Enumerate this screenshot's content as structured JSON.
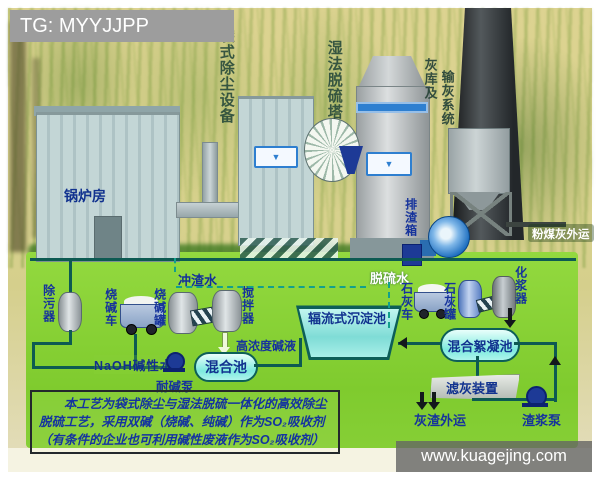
{
  "watermarks": {
    "top_tag": "TG: MYYJJPP",
    "site": "www.kuagejing.com"
  },
  "colors": {
    "ground_green": "#85cd33",
    "pipe_teal": "#0d5a52",
    "dash_teal": "#12a08c",
    "capsule_cyan": "#7deade",
    "label_navy": "#11328f",
    "equipment_gray": "#c3ccce",
    "chimney_dark": "#25292b",
    "blower_blue": "#1f6fc0"
  },
  "labels": {
    "bag_filter": "袋式除尘设备",
    "wet_tower": "湿法脱硫塔",
    "ash_silo_1": "灰库及",
    "ash_silo_2": "输灰系统",
    "boiler_house": "锅炉房",
    "slag_box": "排渣箱",
    "fly_ash_out": "粉煤灰外运",
    "strainer": "除污器",
    "caustic_cart": "烧碱车",
    "caustic_tank": "烧碱罐",
    "agitator": "搅拌器",
    "high_conc_alkali": "高浓度碱液",
    "naoh_water": "NaOH碱性水",
    "alkali_pump": "耐碱泵",
    "mixing_pool": "混合池",
    "radial_pool": "辐流式沉淀池",
    "slag_flush_water": "冲渣水",
    "desulf_water": "脱硫水",
    "lime_cart": "石灰车",
    "lime_tank": "石灰罐",
    "slurry_maker": "化浆器",
    "floc_pool": "混合絮凝池",
    "filter_device": "滤灰装置",
    "ash_out": "灰渣外运",
    "slurry_pump": "渣浆泵"
  },
  "note": {
    "line1": "本工艺为袋式除尘与湿法脱硫一体化的高效除尘",
    "line2": "脱硫工艺，采用双碱（烧碱、纯碱）作为SO₂吸收剂",
    "line3": "（有条件的企业也可利用碱性废液作为SO₂吸收剂）"
  }
}
